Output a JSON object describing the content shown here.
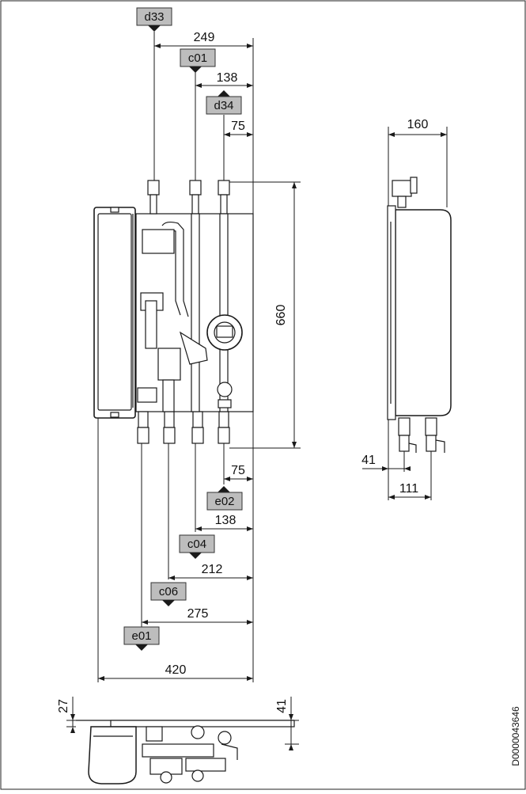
{
  "dimensions": {
    "d249": "249",
    "d138_top": "138",
    "d75_top": "75",
    "d660": "660",
    "d160": "160",
    "d41_side": "41",
    "d111": "111",
    "d75_bottom": "75",
    "d138_bottom": "138",
    "d212": "212",
    "d275": "275",
    "d420": "420",
    "d27": "27",
    "d41_bottom": "41"
  },
  "connections": {
    "d33": "d33",
    "c01": "c01",
    "d34": "d34",
    "e02": "e02",
    "c04": "c04",
    "c06": "c06",
    "e01": "e01"
  },
  "colors": {
    "tag_fill": "#bdbdbd",
    "line": "#1a1a1a"
  },
  "document_id": "D0000043646"
}
